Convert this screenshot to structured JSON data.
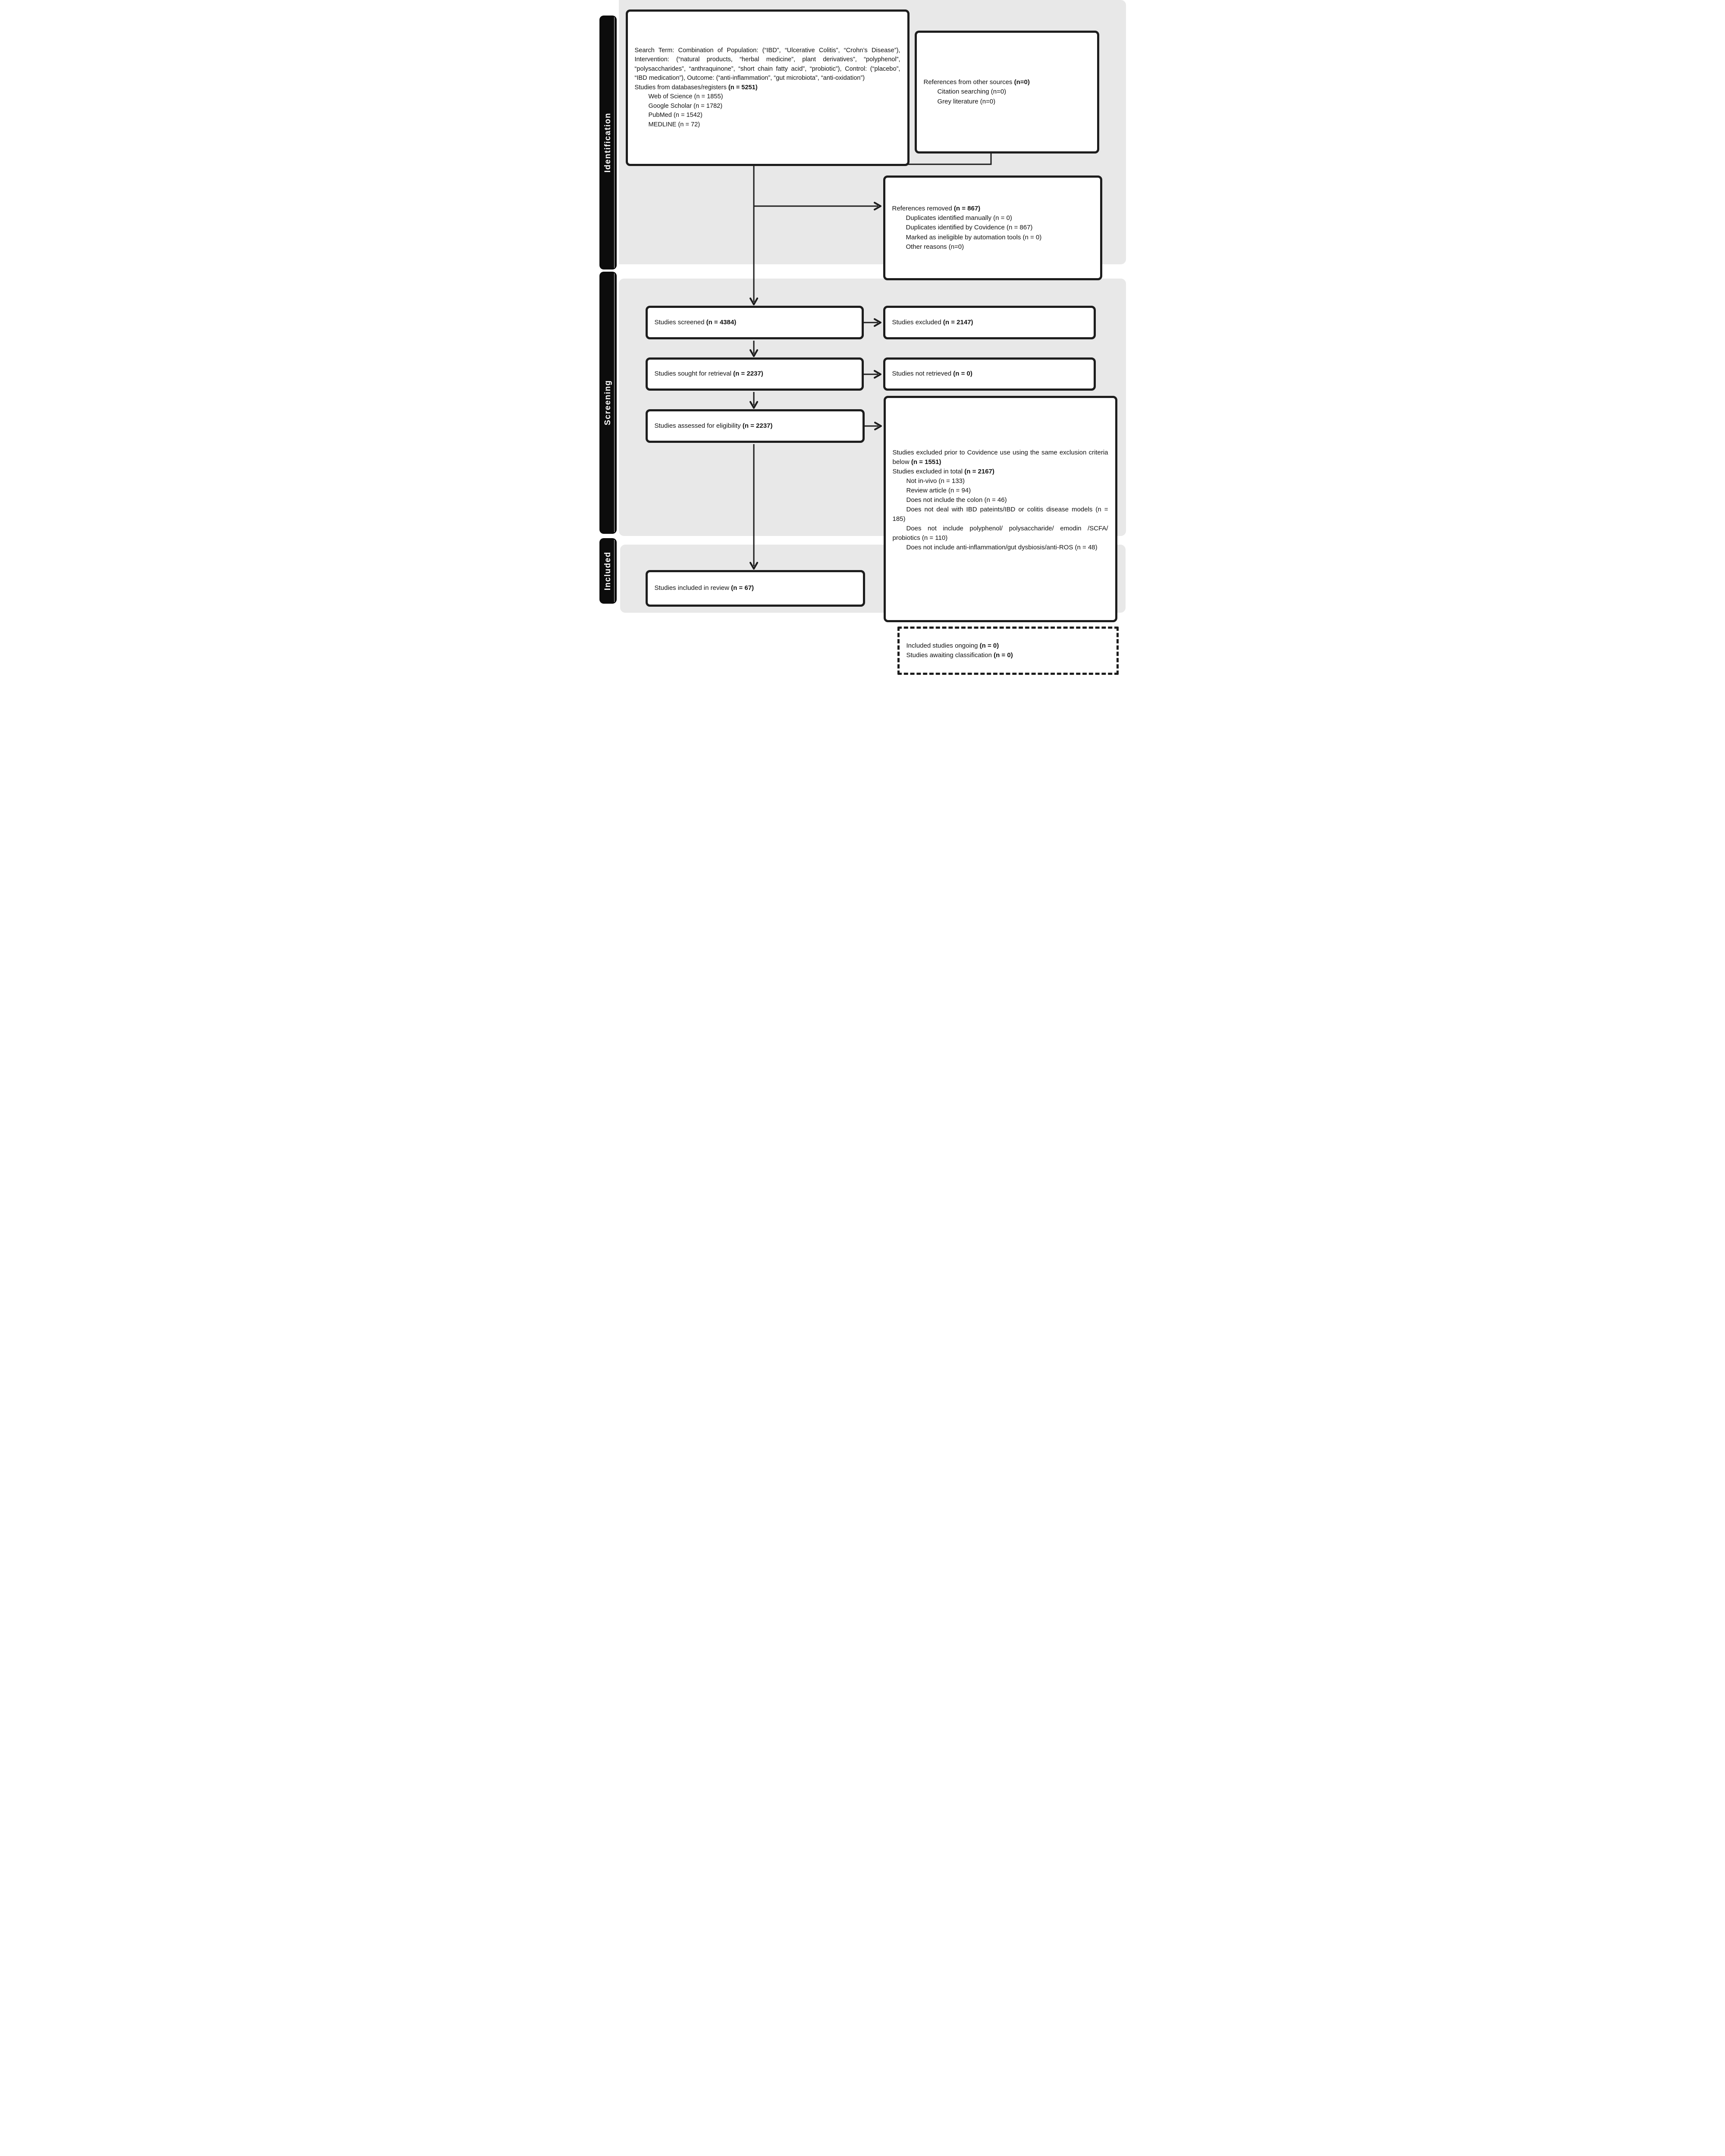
{
  "bars": {
    "identification": "Identification",
    "screening": "Screening",
    "included": "Included"
  },
  "search_box": {
    "paragraph": "Search Term: Combination of Population: (“IBD”, “Ulcerative Colitis”, “Crohn’s Disease”), Intervention: (“natural products, “herbal medicine”, plant derivatives”, “polyphenol”, “polysaccharides”, “anthraquinone”, “short chain fatty acid”, “probiotic”), Control: (“placebo”, “IBD medication”), Outcome: (“anti-inflammation”, “gut microbiota”, “anti-oxidation”)",
    "registers_label": "Studies from databases/registers ",
    "registers_n": "(n = 5251)",
    "databases": [
      "Web of Science (n = 1855)",
      "Google Scholar (n = 1782)",
      "PubMed (n = 1542)",
      "MEDLINE (n = 72)"
    ]
  },
  "other_sources": {
    "label": "References from other sources ",
    "n": "(n=0)",
    "items": [
      "Citation searching (n=0)",
      "Grey literature (n=0)"
    ]
  },
  "references_removed": {
    "label": "References removed ",
    "n": "(n = 867)",
    "items": [
      "Duplicates identified manually (n = 0)",
      "Duplicates identified by Covidence (n = 867)",
      "Marked as ineligible by automation tools (n = 0)",
      "Other reasons (n=0)"
    ]
  },
  "screened": {
    "label": "Studies screened ",
    "n": "(n = 4384)"
  },
  "excluded": {
    "label": "Studies excluded ",
    "n": "(n = 2147)"
  },
  "sought": {
    "label": "Studies sought for retrieval ",
    "n": "(n = 2237)"
  },
  "not_retrieved": {
    "label": "Studies not retrieved ",
    "n": "(n = 0)"
  },
  "assessed": {
    "label": "Studies assessed for eligibility ",
    "n": "(n = 2237)"
  },
  "exclusion_detail": {
    "para1_label": "Studies excluded prior to Covidence use using the same exclusion criteria below ",
    "para1_n": "(n = 1551)",
    "para2_label": "Studies excluded in total ",
    "para2_n": "(n = 2167)",
    "items": [
      "Not in-vivo (n = 133)",
      "Review article (n = 94)",
      "Does not include the colon (n = 46)",
      "Does not deal with IBD pateints/IBD or colitis disease models (n = 185)",
      "Does not include polyphenol/ polysaccharide/ emodin /SCFA/ probiotics (n = 110)",
      "Does not include anti-inflammation/gut dysbiosis/anti-ROS (n = 48)"
    ]
  },
  "included_review": {
    "label": "Studies included in review ",
    "n": "(n = 67)"
  },
  "ongoing_box": {
    "line1_label": "Included studies ongoing ",
    "line1_n": "(n = 0)",
    "line2_label": "Studies awaiting classification ",
    "line2_n": "(n = 0)"
  },
  "colors": {
    "panel": "#e8e8e8",
    "bar": "#0c0c0c",
    "border": "#1d1d1d"
  }
}
